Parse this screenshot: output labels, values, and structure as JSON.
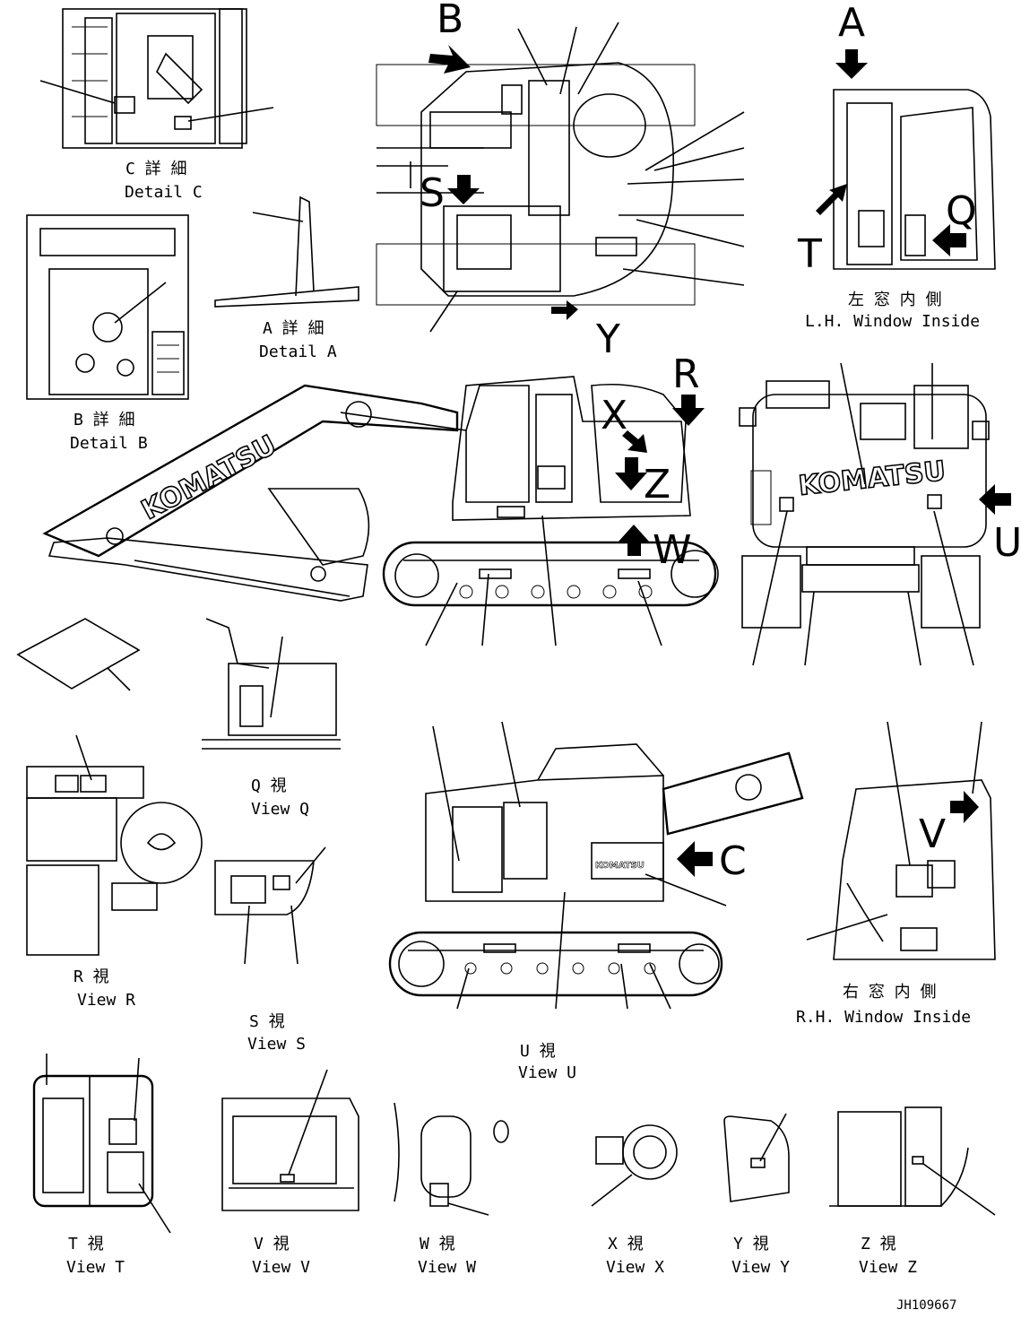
{
  "captions": {
    "detail_c": {
      "jp": "C 詳 細",
      "en": "Detail C"
    },
    "detail_a": {
      "jp": "A 詳 細",
      "en": "Detail A"
    },
    "detail_b": {
      "jp": "B 詳 細",
      "en": "Detail B"
    },
    "lh_window": {
      "jp": "左 窓 内 側",
      "en": "L.H. Window Inside"
    },
    "rh_window": {
      "jp": "右 窓 内 側",
      "en": "R.H. Window Inside"
    },
    "view_q": {
      "jp": "Q 視",
      "en": "View Q"
    },
    "view_r": {
      "jp": "R 視",
      "en": "View R"
    },
    "view_s": {
      "jp": "S 視",
      "en": "View S"
    },
    "view_u": {
      "jp": "U 視",
      "en": "View U"
    },
    "view_t": {
      "jp": "T 視",
      "en": "View T"
    },
    "view_v": {
      "jp": "V 視",
      "en": "View V"
    },
    "view_w": {
      "jp": "W 視",
      "en": "View W"
    },
    "view_x": {
      "jp": "X 視",
      "en": "View X"
    },
    "view_y": {
      "jp": "Y 視",
      "en": "View Y"
    },
    "view_z": {
      "jp": "Z 視",
      "en": "View Z"
    }
  },
  "view_letters": {
    "b": "B",
    "a": "A",
    "s": "S",
    "t": "T",
    "q": "Q",
    "y": "Y",
    "r": "R",
    "x": "X",
    "z": "Z",
    "w": "W",
    "u": "U",
    "c": "C",
    "v": "V"
  },
  "logos": {
    "side": "KOMATSU",
    "rear": "KOMATSU",
    "small": "KOMATSU"
  },
  "document_id": "JH109667"
}
